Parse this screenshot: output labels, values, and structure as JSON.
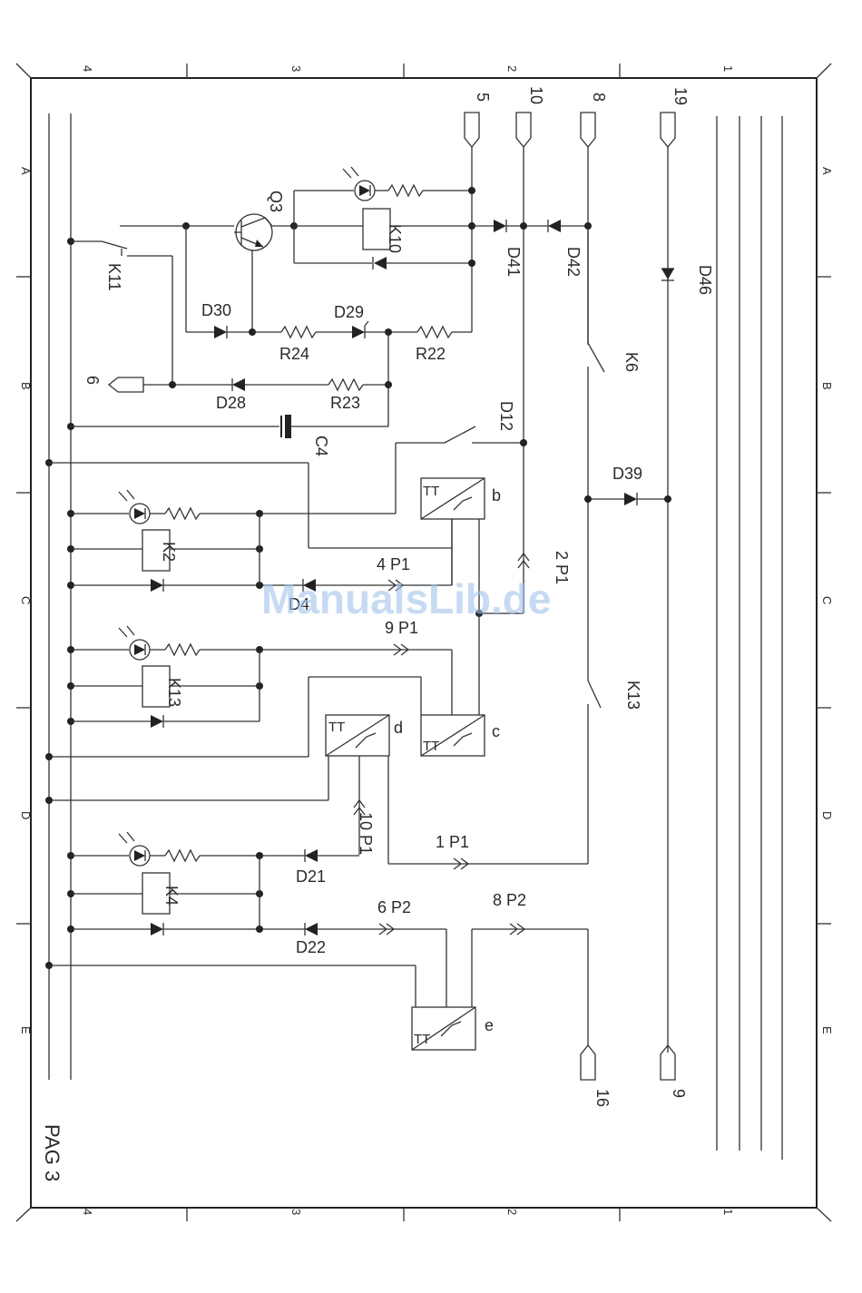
{
  "page_label": "PAG 3",
  "watermark": "ManualsLib.de",
  "grid": {
    "columns": [
      "4",
      "3",
      "2",
      "1"
    ],
    "rows": [
      "A",
      "B",
      "C",
      "D",
      "E"
    ]
  },
  "connectors": {
    "c5": "5",
    "c10": "10",
    "c8": "8",
    "c19": "19",
    "c6": "6",
    "c16": "16",
    "c9": "9"
  },
  "components": {
    "q3": "Q3",
    "k10": "K10",
    "k11": "K11",
    "k6": "K6",
    "k13sw": "K13",
    "d30": "D30",
    "d29": "D29",
    "d28": "D28",
    "d41": "D41",
    "d42": "D42",
    "d46": "D46",
    "d12": "D12",
    "d39": "D39",
    "d21": "D21",
    "d22": "D22",
    "d4": "D4",
    "r24": "R24",
    "r22": "R22",
    "r23": "R23",
    "c4": "C4",
    "k2": "K2",
    "k13": "K13",
    "k4": "K4",
    "blk_b": "b",
    "blk_c": "c",
    "blk_d": "d",
    "blk_e": "e",
    "tt": "TT"
  },
  "refs": {
    "p4p1": "4 P1",
    "p9p1": "9 P1",
    "p2p1": "2 P1",
    "p10p1": "10 P1",
    "p1p1": "1 P1",
    "p6p2": "6 P2",
    "p8p2": "8 P2"
  }
}
